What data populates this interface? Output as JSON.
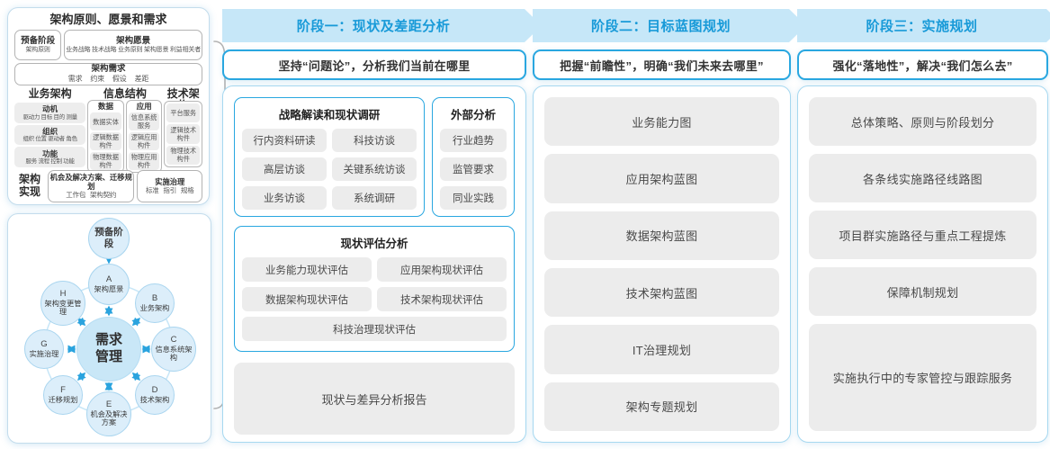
{
  "colors": {
    "accent_blue": "#189ad8",
    "band_bg": "#c6e7f8",
    "box_border_blue": "#29a7e0",
    "chip_bg": "#ececec",
    "node_fill": "#dceefa"
  },
  "left_panel": {
    "framework": {
      "title": "架构原则、愿景和需求",
      "prep": {
        "title": "预备阶段",
        "sub": "架构原则"
      },
      "vision": {
        "title": "架构愿景",
        "sub": "业务战略 技术战略 业务原则 架构愿景 利益相关者"
      },
      "requirements": {
        "title": "架构需求",
        "sub": "需求 约束 假设 差距"
      },
      "business_arch": {
        "title": "业务架构",
        "items": [
          {
            "title": "动机",
            "sub": "驱动力 目标 目的 测量"
          },
          {
            "title": "组织",
            "sub": "组织 位置 驱动者 角色"
          },
          {
            "title": "功能",
            "sub": "服务 流程 控制 功能"
          }
        ]
      },
      "info_structure": {
        "title": "信息结构",
        "data_col": {
          "title": "数据",
          "items": [
            "数据实体",
            "逻辑数据构件",
            "物理数据构件"
          ]
        },
        "app_col": {
          "title": "应用",
          "items": [
            "信息系统服务",
            "逻辑应用构件",
            "物理应用构件"
          ]
        }
      },
      "tech_arch": {
        "title": "技术架构",
        "items": [
          "平台服务",
          "逻辑技术构件",
          "物理技术构件"
        ]
      },
      "realization": {
        "title": "架构实现",
        "opportunity": {
          "title": "机会及解决方案、迁移规划",
          "sub": "工作包 架构契约"
        },
        "governance": {
          "title": "实施治理",
          "sub": "标准 指引 规格"
        }
      }
    },
    "adm": {
      "prep": "预备阶段",
      "center": "需求管理",
      "nodes": [
        {
          "letter": "A",
          "label": "架构愿景"
        },
        {
          "letter": "B",
          "label": "业务架构"
        },
        {
          "letter": "C",
          "label": "信息系统架构"
        },
        {
          "letter": "D",
          "label": "技术架构"
        },
        {
          "letter": "E",
          "label": "机会及解决方案"
        },
        {
          "letter": "F",
          "label": "迁移规划"
        },
        {
          "letter": "G",
          "label": "实施治理"
        },
        {
          "letter": "H",
          "label": "架构变更管理"
        }
      ]
    }
  },
  "phases": [
    {
      "header": "阶段一：现状及差距分析",
      "subtitle": "坚持“问题论”，分析我们当前在哪里",
      "groups": [
        {
          "title": "战略解读和现状调研",
          "items": [
            "行内资料研读",
            "科技访谈",
            "高层访谈",
            "关键系统访谈",
            "业务访谈",
            "系统调研"
          ]
        },
        {
          "title": "外部分析",
          "items": [
            "行业趋势",
            "监管要求",
            "同业实践"
          ]
        },
        {
          "title": "现状评估分析",
          "items": [
            "业务能力现状评估",
            "应用架构现状评估",
            "数据架构现状评估",
            "技术架构现状评估",
            "科技治理现状评估"
          ]
        }
      ],
      "output": "现状与差异分析报告"
    },
    {
      "header": "阶段二：目标蓝图规划",
      "subtitle": "把握“前瞻性”，明确“我们未来去哪里”",
      "items": [
        "业务能力图",
        "应用架构蓝图",
        "数据架构蓝图",
        "技术架构蓝图",
        "IT治理规划",
        "架构专题规划"
      ]
    },
    {
      "header": "阶段三：实施规划",
      "subtitle": "强化“落地性”，解决“我们怎么去”",
      "items": [
        "总体策略、原则与阶段划分",
        "各条线实施路径线路图",
        "项目群实施路径与重点工程提炼",
        "保障机制规划",
        "实施执行中的专家管控与跟踪服务"
      ]
    }
  ]
}
